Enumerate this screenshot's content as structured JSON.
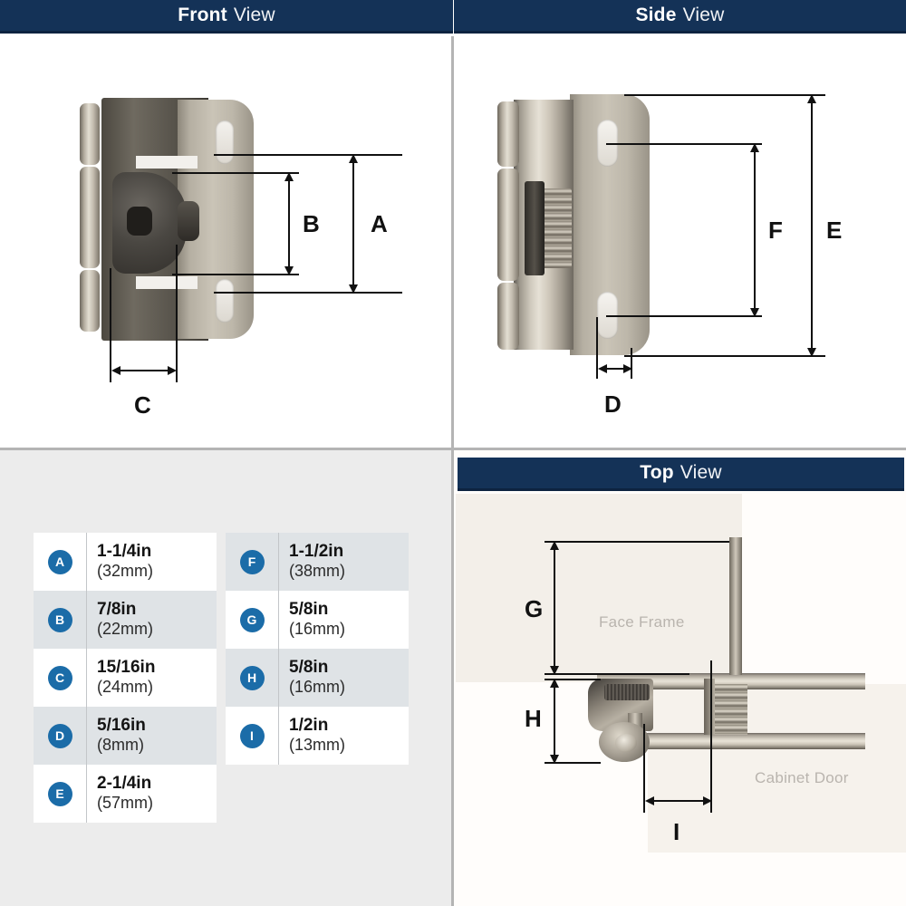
{
  "panels": {
    "front": {
      "title_bold": "Front",
      "title_rest": "View"
    },
    "side": {
      "title_bold": "Side",
      "title_rest": "View"
    },
    "top": {
      "title_bold": "Top",
      "title_rest": "View"
    }
  },
  "dimension_markers": {
    "front": [
      "A",
      "B",
      "C"
    ],
    "side": [
      "D",
      "E",
      "F"
    ],
    "top": [
      "G",
      "H",
      "I"
    ]
  },
  "top_view_labels": {
    "face_frame": "Face Frame",
    "cabinet_door": "Cabinet Door"
  },
  "dimension_table": {
    "left_column": [
      {
        "key": "A",
        "inches": "1-1/4in",
        "mm": "(32mm)"
      },
      {
        "key": "B",
        "inches": "7/8in",
        "mm": "(22mm)"
      },
      {
        "key": "C",
        "inches": "15/16in",
        "mm": "(24mm)"
      },
      {
        "key": "D",
        "inches": "5/16in",
        "mm": "(8mm)"
      },
      {
        "key": "E",
        "inches": "2-1/4in",
        "mm": "(57mm)"
      }
    ],
    "right_column": [
      {
        "key": "F",
        "inches": "1-1/2in",
        "mm": "(38mm)"
      },
      {
        "key": "G",
        "inches": "5/8in",
        "mm": "(16mm)"
      },
      {
        "key": "H",
        "inches": "5/8in",
        "mm": "(16mm)"
      },
      {
        "key": "I",
        "inches": "1/2in",
        "mm": "(13mm)"
      }
    ]
  },
  "colors": {
    "header_navy": "#143257",
    "badge_blue": "#1b6ca8",
    "table_row_alt": "#dfe3e6",
    "panel_gray": "#ececec",
    "divider": "#b4b4b4"
  }
}
